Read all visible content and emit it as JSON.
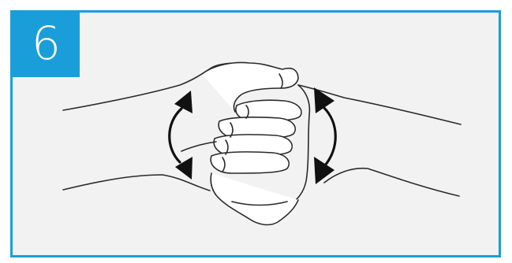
{
  "step": {
    "number": "6"
  },
  "illustration": {
    "subject": "hand-rub-interlocked-fingers",
    "motion": "rotational-rubbing",
    "icons": [
      "arrow-up-left-icon",
      "arrow-down-left-icon",
      "arrow-up-right-icon",
      "arrow-down-right-icon"
    ]
  },
  "colors": {
    "accent": "#1a9ed9",
    "panel_bg": "#f2f2f2",
    "line": "#2a2a2a",
    "arrow": "#111111",
    "skin": "#ffffff"
  }
}
